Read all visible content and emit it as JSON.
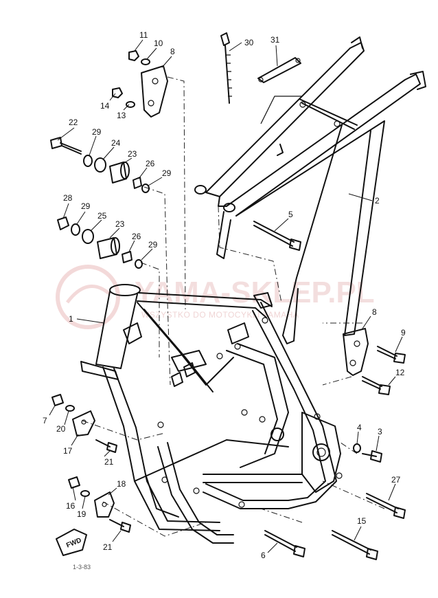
{
  "watermark": {
    "title": "YAMA-SKLEP.PL",
    "subtitle": "WSZYSTKO DO MOTOCYKLI YAMAHA"
  },
  "direction_tag": "FWD",
  "footer_code": "1-3-83",
  "callouts": [
    {
      "id": "c11",
      "text": "11"
    },
    {
      "id": "c10",
      "text": "10"
    },
    {
      "id": "c8a",
      "text": "8"
    },
    {
      "id": "c14",
      "text": "14"
    },
    {
      "id": "c13",
      "text": "13"
    },
    {
      "id": "c30",
      "text": "30"
    },
    {
      "id": "c31",
      "text": "31"
    },
    {
      "id": "c22",
      "text": "22"
    },
    {
      "id": "c29a",
      "text": "29"
    },
    {
      "id": "c24",
      "text": "24"
    },
    {
      "id": "c23a",
      "text": "23"
    },
    {
      "id": "c26a",
      "text": "26"
    },
    {
      "id": "c29b",
      "text": "29"
    },
    {
      "id": "c2",
      "text": "2"
    },
    {
      "id": "c28",
      "text": "28"
    },
    {
      "id": "c29c",
      "text": "29"
    },
    {
      "id": "c25",
      "text": "25"
    },
    {
      "id": "c23b",
      "text": "23"
    },
    {
      "id": "c5",
      "text": "5"
    },
    {
      "id": "c26b",
      "text": "26"
    },
    {
      "id": "c29d",
      "text": "29"
    },
    {
      "id": "c1",
      "text": "1"
    },
    {
      "id": "c8b",
      "text": "8"
    },
    {
      "id": "c9",
      "text": "9"
    },
    {
      "id": "c12",
      "text": "12"
    },
    {
      "id": "c7",
      "text": "7"
    },
    {
      "id": "c20",
      "text": "20"
    },
    {
      "id": "c17",
      "text": "17"
    },
    {
      "id": "c4",
      "text": "4"
    },
    {
      "id": "c3",
      "text": "3"
    },
    {
      "id": "c21a",
      "text": "21"
    },
    {
      "id": "c27",
      "text": "27"
    },
    {
      "id": "c16",
      "text": "16"
    },
    {
      "id": "c18",
      "text": "18"
    },
    {
      "id": "c19",
      "text": "19"
    },
    {
      "id": "c15",
      "text": "15"
    },
    {
      "id": "c21b",
      "text": "21"
    },
    {
      "id": "c6",
      "text": "6"
    }
  ]
}
